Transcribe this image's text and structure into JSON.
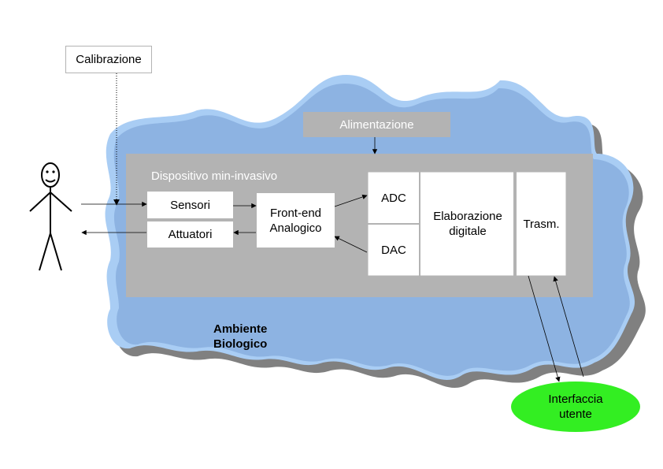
{
  "colors": {
    "cloud_fill": "#8db3e2",
    "cloud_highlight": "#a9cdf4",
    "cloud_shadow": "#808080",
    "device_fill": "#b3b3b3",
    "power_fill": "#b3b3b3",
    "ui_ellipse": "#33ee22"
  },
  "labels": {
    "calibration": "Calibrazione",
    "power": "Alimentazione",
    "device": "Dispositivo min-invasivo",
    "sensors": "Sensori",
    "actuators": "Attuatori",
    "frontend": "Front-end\nAnalogico",
    "adc": "ADC",
    "dac": "DAC",
    "digital": "Elaborazione\ndigitale",
    "trasm": "Trasm.",
    "environment": "Ambiente\nBiologico",
    "user_interface": "Interfaccia\nutente"
  },
  "icons": {
    "person": "stick-figure-icon"
  }
}
